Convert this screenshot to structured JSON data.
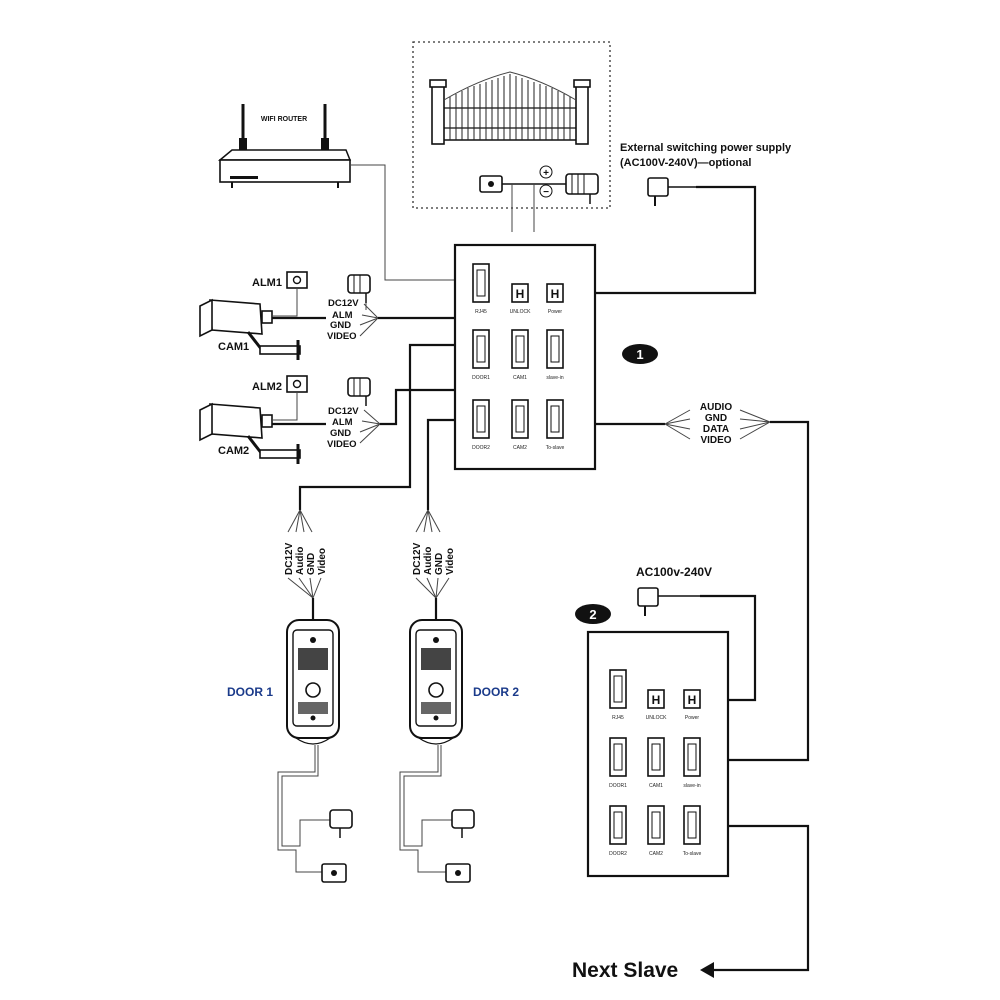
{
  "router": {
    "label": "WIFI ROUTER"
  },
  "power_supply": {
    "line1": "External switching power supply",
    "line2": "(AC100V-240V)—optional"
  },
  "ac_label": "AC100v-240V",
  "cam1": {
    "alarm": "ALM1",
    "camera": "CAM1",
    "wires": [
      "DC12V",
      "ALM",
      "GND",
      "VIDEO"
    ]
  },
  "cam2": {
    "alarm": "ALM2",
    "camera": "CAM2",
    "wires": [
      "DC12V",
      "ALM",
      "GND",
      "VIDEO"
    ]
  },
  "bus_wires": [
    "AUDIO",
    "GND",
    "DATA",
    "VIDEO"
  ],
  "door_wires": [
    "DC12V",
    "Audio",
    "GND",
    "Video"
  ],
  "door1": {
    "label": "DOOR 1"
  },
  "door2": {
    "label": "DOOR 2"
  },
  "monitor1": {
    "badge": "1",
    "ports": [
      "RJ45",
      "UNLOCK",
      "Power",
      "DOOR1",
      "CAM1",
      "slave-in",
      "DOOR2",
      "CAM2",
      "To-slave"
    ]
  },
  "monitor2": {
    "badge": "2",
    "ports": [
      "RJ45",
      "UNLOCK",
      "Power",
      "DOOR1",
      "CAM1",
      "slave-in",
      "DOOR2",
      "CAM2",
      "To-slave"
    ]
  },
  "gate_polarity": {
    "plus": "+",
    "minus": "−"
  },
  "next_slave": "Next Slave"
}
